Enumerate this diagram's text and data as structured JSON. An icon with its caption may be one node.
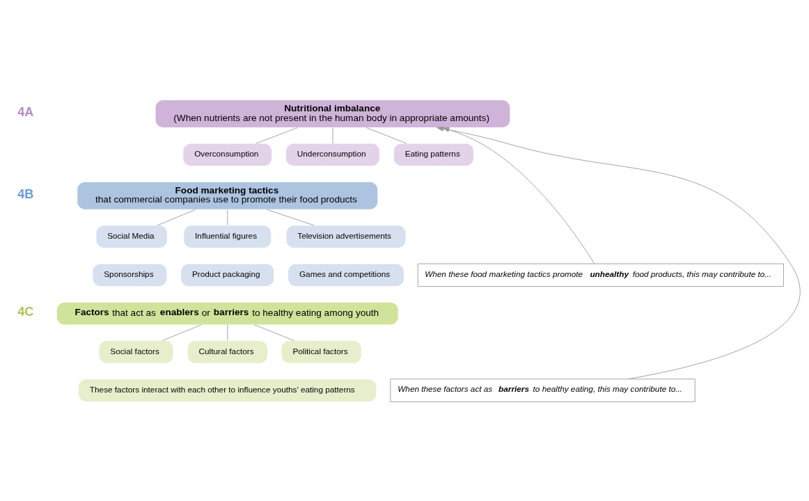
{
  "diagram": {
    "nodes": [
      {
        "text": [
          "Nutritional imbalance",
          "(When nutrients are not present in the human body in appropriate amounts)"
        ]
      },
      {
        "text": [
          "Overconsumption"
        ]
      },
      {
        "text": [
          "Underconsumption"
        ]
      },
      {
        "text": [
          "Eating patterns"
        ]
      },
      {
        "text": [
          "Food marketing tactics",
          "that commercial companies use to promote their food products"
        ]
      },
      {
        "text": [
          "Social Media"
        ]
      },
      {
        "text": [
          "Influential figures"
        ]
      },
      {
        "text": [
          "Television advertisements"
        ]
      },
      {
        "text": [
          "Sponsorships"
        ]
      },
      {
        "text": [
          "Product packaging"
        ]
      },
      {
        "text": [
          "Games and competitions"
        ]
      },
      {
        "text": [
          "When these food marketing tactics promote **unhealthy** food products, this may contribute to..."
        ]
      },
      {
        "text": [
          "**Factors** that act as **enablers** or **barriers** to healthy eating among youth"
        ]
      },
      {
        "text": [
          "Social factors"
        ]
      },
      {
        "text": [
          "Cultural factors"
        ]
      },
      {
        "text": [
          "Political factors"
        ]
      },
      {
        "text": [
          "These factors interact with each other to influence youths’ eating patterns"
        ]
      },
      {
        "text": [
          "When these factors act as **barriers** to healthy eating, this may contribute to..."
        ]
      }
    ],
    "edges": [
      {
        "from": 0,
        "to": 1,
        "arrow": "none"
      },
      {
        "from": 0,
        "to": 2,
        "arrow": "none"
      },
      {
        "from": 0,
        "to": 3,
        "arrow": "none"
      },
      {
        "from": 4,
        "to": 5,
        "arrow": "none"
      },
      {
        "from": 4,
        "to": 6,
        "arrow": "none"
      },
      {
        "from": 4,
        "to": 7,
        "arrow": "none"
      },
      {
        "from": 11,
        "to": 0,
        "arrow": "to"
      },
      {
        "from": 12,
        "to": 13,
        "arrow": "none"
      },
      {
        "from": 12,
        "to": 14,
        "arrow": "none"
      },
      {
        "from": 12,
        "to": 15,
        "arrow": "none"
      },
      {
        "from": 17,
        "to": 0,
        "arrow": "to"
      }
    ],
    "labels": [
      "4A",
      "4B",
      "4C"
    ]
  }
}
